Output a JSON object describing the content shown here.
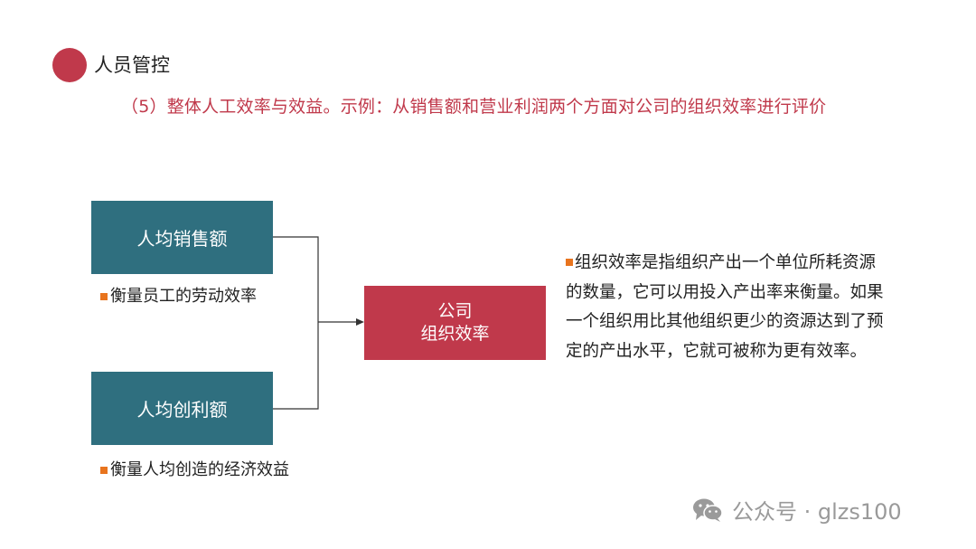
{
  "header": {
    "section_title": "人员管控",
    "subtitle": "（5）整体人工效率与效益。示例：从销售额和营业利润两个方面对公司的组织效率进行评价"
  },
  "diagram": {
    "box_sales": "人均销售额",
    "note_sales": "衡量员工的劳动效率",
    "box_profit": "人均创利额",
    "note_profit": "衡量人均创造的经济效益",
    "box_company_line1": "公司",
    "box_company_line2": "组织效率"
  },
  "description": "组织效率是指组织产出一个单位所耗资源的数量，它可以用投入产出率来衡量。如果一个组织用比其他组织更少的资源达到了预定的产出水平，它就可被称为更有效率。",
  "watermark": {
    "icon": "wechat-icon",
    "text": "公众号 · glzs100"
  },
  "colors": {
    "accent_red": "#c0394b",
    "teal": "#2f6f7f",
    "bullet_orange": "#e8741e",
    "connector": "#333333",
    "watermark_gray": "#9a9a9a"
  }
}
